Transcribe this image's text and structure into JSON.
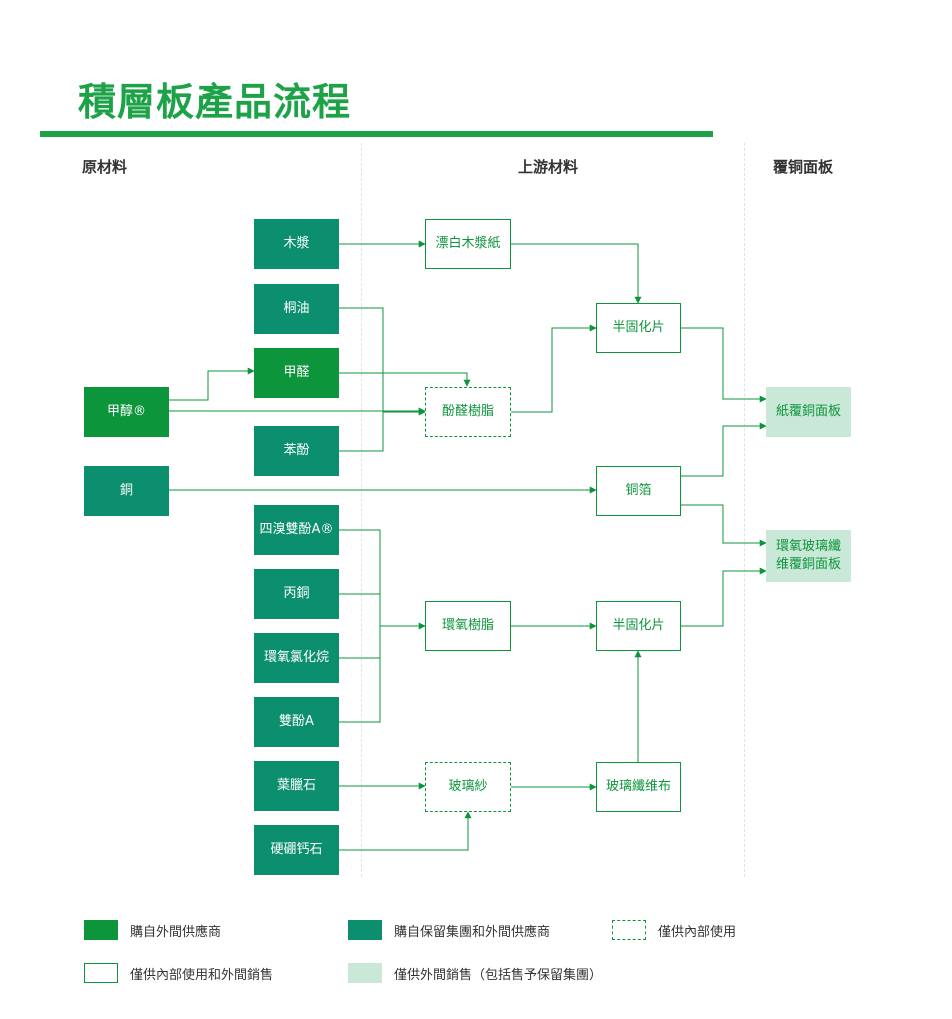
{
  "title": "積層板產品流程",
  "columns": {
    "raw": "原材料",
    "upstream": "上游材料",
    "ccl": "覆铜面板"
  },
  "nodes": {
    "wood_pulp": "木漿",
    "tung_oil": "桐油",
    "formaldehyde": "甲醛",
    "methanol": "甲醇®",
    "phenol": "苯酚",
    "copper": "銅",
    "tbba": "四溴雙酚A®",
    "acetone": "丙銅",
    "epichlorohydrin": "環氧氯化烷",
    "bpa": "雙酚A",
    "pyrophyllite": "葉臘石",
    "borocalcite": "硬硼钙石",
    "bleached_kraft": "漂白木漿紙",
    "phenolic_resin": "酚醛樹脂",
    "epoxy_resin": "環氧樹脂",
    "glass_yarn": "玻璃紗",
    "prepreg_1": "半固化片",
    "copper_foil": "铜箔",
    "prepreg_2": "半固化片",
    "glass_cloth": "玻璃纖维布",
    "paper_ccl": "紙覆銅面板",
    "epoxy_ccl_line1": "環氧玻璃纖",
    "epoxy_ccl_line2": "维覆銅面板"
  },
  "legend": [
    "購自外間供應商",
    "購自保留集團和外間供應商",
    "僅供內部使用",
    "僅供內部使用和外間銷售",
    "僅供外間銷售（包括售予保留集團）"
  ],
  "colors": {
    "dark_green": "#0d953c",
    "teal_green": "#0b8f6e",
    "light_green": "#c9e8d7",
    "title_green": "#1ea248"
  }
}
